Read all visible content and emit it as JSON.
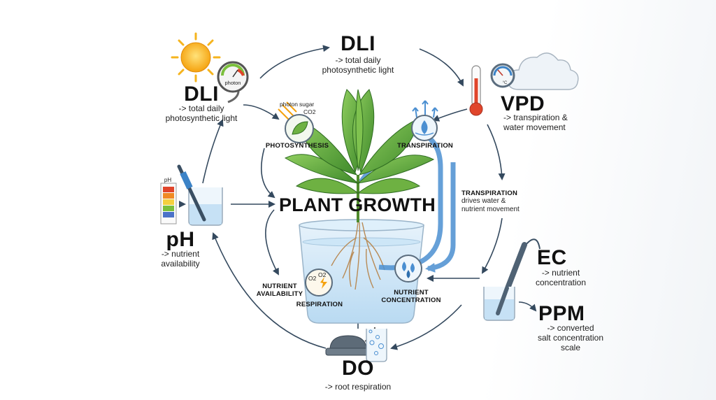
{
  "title": "PLANT GROWTH",
  "parameters": {
    "dli_top": {
      "name": "DLI",
      "desc_line1": "-> total daily",
      "desc_line2": "photosynthetic light"
    },
    "dli_left": {
      "name": "DLI",
      "desc_line1": "-> total daily",
      "desc_line2": "photosynthetic light"
    },
    "vpd": {
      "name": "VPD",
      "desc_line1": "-> transpiration &",
      "desc_line2": "water movement"
    },
    "ph": {
      "name": "pH",
      "desc_line1": "-> nutrient",
      "desc_line2": "availability"
    },
    "ec": {
      "name": "EC",
      "desc_line1": "-> nutrient",
      "desc_line2": "concentration"
    },
    "ppm": {
      "name": "PPM",
      "desc_line1": "-> converted",
      "desc_line2": "salt concentration",
      "desc_line3": "scale"
    },
    "do": {
      "name": "DO",
      "desc_line1": "-> root respiration"
    }
  },
  "processes": {
    "photosynthesis": "PHOTOSYNTHESIS",
    "transpiration": "TRANSPIRATION",
    "transpiration_note_title": "TRANSPIRATION",
    "transpiration_note_line1": "drives water &",
    "transpiration_note_line2": "nutrient movement",
    "nutrient_availability_line1": "NUTRIENT",
    "nutrient_availability_line2": "AVAILABILITY",
    "respiration": "RESPIRATION",
    "nutrient_concentration_line1": "NUTRIENT",
    "nutrient_concentration_line2": "CONCENTRATION"
  },
  "icon_labels": {
    "gauge": "photon",
    "photon": "photon",
    "sugar": "sugar",
    "co2": "CO2",
    "ph_strip": "pH",
    "thermo_unit": "°C",
    "o2": "O2"
  },
  "colors": {
    "arrow": "#34495e",
    "water": "#4b8fd1",
    "leaf": "#5a9e3c",
    "sun": "#f5b41e"
  }
}
